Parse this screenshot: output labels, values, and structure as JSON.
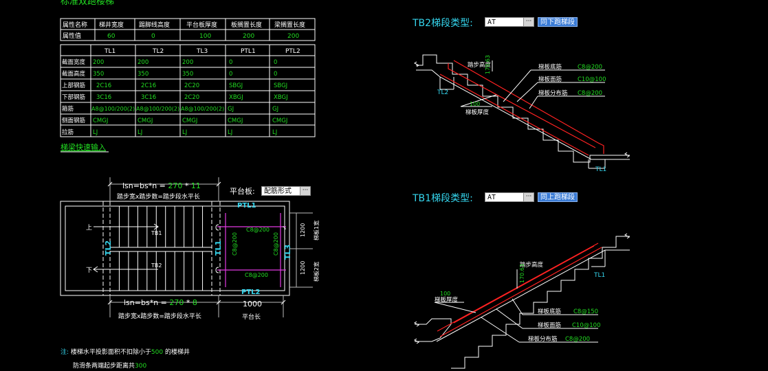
{
  "title_partial": "标准双跑楼梯",
  "param_table": {
    "headers": [
      "属性名称",
      "梯井宽度",
      "踢脚线高度",
      "平台板厚度",
      "板搁置长度",
      "梁搁置长度"
    ],
    "values": [
      "属性值",
      "60",
      "0",
      "100",
      "200",
      "200"
    ]
  },
  "beam_table": {
    "columns": [
      "",
      "TL1",
      "TL2",
      "TL3",
      "PTL1",
      "PTL2"
    ],
    "rows": [
      [
        "截面宽度",
        "200",
        "200",
        "200",
        "0",
        "0"
      ],
      [
        "截面高度",
        "350",
        "350",
        "350",
        "0",
        "0"
      ],
      [
        "上部钢筋",
        "2C16",
        "2C16",
        "2C20",
        "SBGJ",
        "SBGJ"
      ],
      [
        "下部钢筋",
        "3C16",
        "3C16",
        "2C20",
        "XBGJ",
        "XBGJ"
      ],
      [
        "箍筋",
        "A8@100/200(2)",
        "A8@100/200(2)",
        "A8@100/200(2)",
        "GJ",
        "GJ"
      ],
      [
        "侧面钢筋",
        "CMGJ",
        "CMGJ",
        "CMGJ",
        "CMGJ",
        "CMGJ"
      ],
      [
        "拉筋",
        "LJ",
        "LJ",
        "LJ",
        "LJ",
        "LJ"
      ]
    ]
  },
  "quick_input_link": "梯梁快速输入",
  "plan": {
    "top_formula": {
      "prefix": "lsn=bs*n = ",
      "bs": "270",
      "star": " * ",
      "n": "11"
    },
    "top_note": "踏步宽x踏步数=踏步段水平长",
    "bottom_formula": {
      "prefix": "lsn=bs*n = ",
      "bs": "270",
      "star": " * ",
      "n": "8"
    },
    "bottom_note": "踏步宽x踏步数=踏步段水平长",
    "platform_len": "1000",
    "platform_len_label": "平台长",
    "platform_plate_label": "平台板:",
    "platform_plate_value": "配筋形式",
    "up_label": "上",
    "down_label": "下",
    "tb1": "TB1",
    "tb2": "TB2",
    "tl1": "TL1",
    "tl2": "TL2",
    "tl3": "TL3",
    "ptl1": "PTL1",
    "ptl2": "PTL2",
    "rebar_c8_200_a": "C8@200",
    "rebar_c8_200_b": "C8@200",
    "rebar_c8_200_c": "C8@200",
    "rebar_c8_200_d": "C8@200",
    "dim_1200_a": "1200",
    "dim_1200_b": "1200",
    "width_label_1": "梯板1宽",
    "width_label_2": "梯板2宽"
  },
  "notes": {
    "line1_prefix": "注: ",
    "line1_text": "楼梯水平投影面积不扣除小于",
    "line1_value": "500",
    "line1_suffix": " 的楼梯井",
    "line2_text": "防滑条两端起步距离共",
    "line2_value": "300"
  },
  "tb2": {
    "label": "TB2梯段类型:",
    "type_value": "AT",
    "button": "同下跑梯段",
    "step_height_label": "踏步高度",
    "step_height_value": "170.63",
    "thickness_value": "100",
    "thickness_label": "梯板厚度",
    "bottom_bar_label": "梯板底筋",
    "bottom_bar_value": "C8@200",
    "top_bar_label": "梯板面筋",
    "top_bar_value": "C10@100",
    "dist_bar_label": "梯板分布筋",
    "dist_bar_value": "C8@200",
    "tl_lower": "TL2",
    "tl_upper": "TL1"
  },
  "tb1": {
    "label": "TB1梯段类型:",
    "type_value": "AT",
    "button": "同上跑梯段",
    "step_height_label": "踏步高度",
    "step_height_value": "170.63",
    "thickness_value": "100",
    "thickness_label": "梯板厚度",
    "bottom_bar_label": "梯板底筋",
    "bottom_bar_value": "C8@150",
    "top_bar_label": "梯板面筋",
    "top_bar_value": "C10@100",
    "dist_bar_label": "梯板分布筋",
    "dist_bar_value": "C8@200",
    "tl_upper": "TL1"
  },
  "colors": {
    "background": "#000000",
    "line": "#ffffff",
    "value_green": "#22dd22",
    "label_cyan": "#35d6ee",
    "rebar_red": "#ff2222",
    "platform_magenta": "#e33be3",
    "button_blue": "#3a7bd5"
  }
}
